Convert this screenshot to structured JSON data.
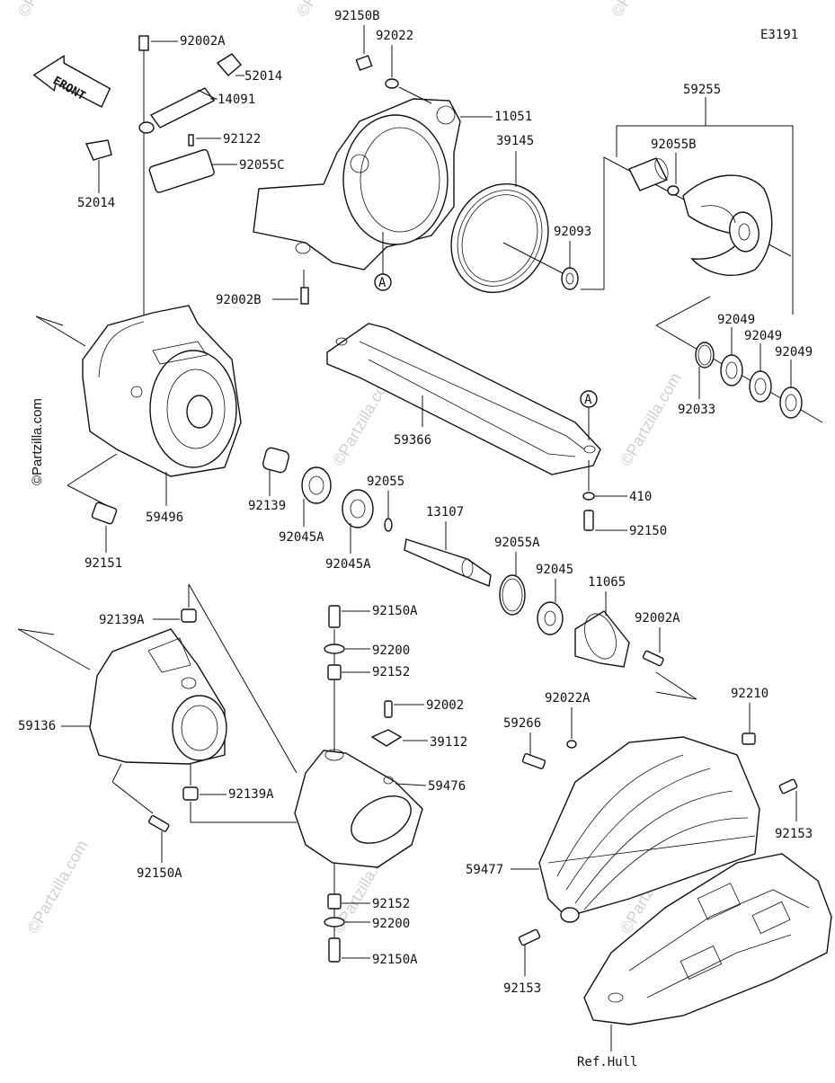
{
  "diagram_code": "E3191",
  "front_label": "FRONT",
  "ref_label": "Ref.Hull",
  "callout_letter": "A",
  "watermark": "©Partzilla.com",
  "parts": {
    "p92002A_top": "92002A",
    "p52014_right": "52014",
    "p14091": "14091",
    "p92122": "92122",
    "p92055C": "92055C",
    "p52014_left": "52014",
    "p92150B": "92150B",
    "p92022": "92022",
    "p11051": "11051",
    "p39145": "39145",
    "p92093": "92093",
    "p92002B": "92002B",
    "p59255": "59255",
    "p92055B": "92055B",
    "p92049_a": "92049",
    "p92049_b": "92049",
    "p92049_c": "92049",
    "p92033": "92033",
    "p59366": "59366",
    "p410": "410",
    "p92150": "92150",
    "p59496": "59496",
    "p92151": "92151",
    "p92139": "92139",
    "p92045A_a": "92045A",
    "p92045A_b": "92045A",
    "p92055": "92055",
    "p13107": "13107",
    "p92055A": "92055A",
    "p92045": "92045",
    "p11065": "11065",
    "p92002A_mid": "92002A",
    "p92139A_top": "92139A",
    "p59136": "59136",
    "p92139A_bot": "92139A",
    "p92150A_left": "92150A",
    "p92150A_top": "92150A",
    "p92200_top": "92200",
    "p92152_top": "92152",
    "p92002": "92002",
    "p39112": "39112",
    "p59476": "59476",
    "p92152_bot": "92152",
    "p92200_bot": "92200",
    "p92150A_bot": "92150A",
    "p59266": "59266",
    "p92022A": "92022A",
    "p92210": "92210",
    "p92153_right": "92153",
    "p59477": "59477",
    "p92153_left": "92153"
  }
}
